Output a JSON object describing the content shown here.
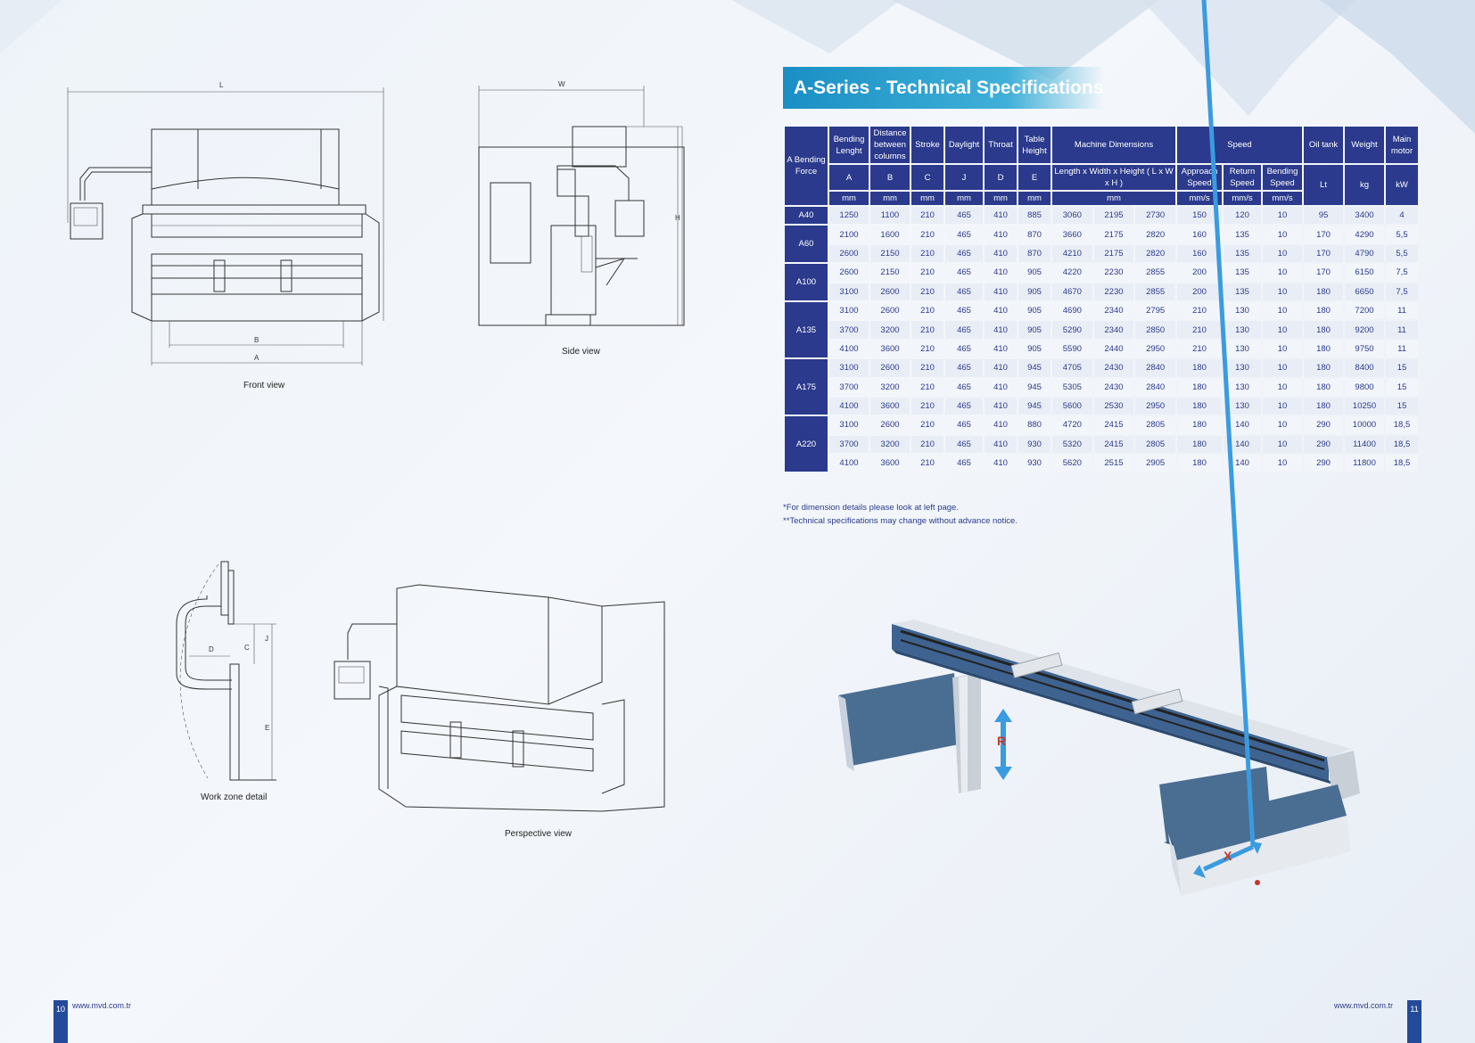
{
  "left_page": {
    "front_view": {
      "caption": "Front view",
      "dims": {
        "L": "L",
        "B": "B",
        "A": "A"
      }
    },
    "side_view": {
      "caption": "Side view",
      "dims": {
        "W": "W",
        "H": "H"
      }
    },
    "work_zone": {
      "caption": "Work zone detail",
      "dims": {
        "D": "D",
        "C": "C",
        "J": "J",
        "E": "E"
      }
    },
    "perspective": {
      "caption": "Perspective view"
    },
    "footer_url": "www.mvd.com.tr",
    "page_number": "10"
  },
  "right_page": {
    "title": "A-Series - Technical Specifications",
    "table": {
      "header1": {
        "force": "A Bending Force",
        "bending_length": "Bending Lenght",
        "distance": "Distance between columns",
        "stroke": "Stroke",
        "daylight": "Daylight",
        "throat": "Throat",
        "table_height": "Table Height",
        "machine_dims": "Machine Dimensions",
        "speed": "Speed",
        "oil_tank": "Oil tank",
        "weight": "Weight",
        "main_motor": "Main motor"
      },
      "header2": {
        "a": "A",
        "b": "B",
        "c": "C",
        "j": "J",
        "d": "D",
        "e": "E",
        "lwh": "Length x Width x Height ( L x W x H )",
        "approach": "Approach Speed",
        "return": "Return Speed",
        "bending": "Bending Speed",
        "lt": "Lt",
        "kg": "kg",
        "kw": "kW"
      },
      "units": {
        "a": "mm",
        "b": "mm",
        "c": "mm",
        "j": "mm",
        "d": "mm",
        "e": "mm",
        "lwh": "mm",
        "approach": "mm/s",
        "return": "mm/s",
        "bending": "mm/s"
      },
      "groups": [
        {
          "name": "A40",
          "rows": [
            [
              "1250",
              "1100",
              "210",
              "465",
              "410",
              "885",
              "3060",
              "2195",
              "2730",
              "150",
              "120",
              "10",
              "95",
              "3400",
              "4"
            ]
          ]
        },
        {
          "name": "A60",
          "rows": [
            [
              "2100",
              "1600",
              "210",
              "465",
              "410",
              "870",
              "3660",
              "2175",
              "2820",
              "160",
              "135",
              "10",
              "170",
              "4290",
              "5,5"
            ],
            [
              "2600",
              "2150",
              "210",
              "465",
              "410",
              "870",
              "4210",
              "2175",
              "2820",
              "160",
              "135",
              "10",
              "170",
              "4790",
              "5,5"
            ]
          ]
        },
        {
          "name": "A100",
          "rows": [
            [
              "2600",
              "2150",
              "210",
              "465",
              "410",
              "905",
              "4220",
              "2230",
              "2855",
              "200",
              "135",
              "10",
              "170",
              "6150",
              "7,5"
            ],
            [
              "3100",
              "2600",
              "210",
              "465",
              "410",
              "905",
              "4670",
              "2230",
              "2855",
              "200",
              "135",
              "10",
              "180",
              "6650",
              "7,5"
            ]
          ]
        },
        {
          "name": "A135",
          "rows": [
            [
              "3100",
              "2600",
              "210",
              "465",
              "410",
              "905",
              "4690",
              "2340",
              "2795",
              "210",
              "130",
              "10",
              "180",
              "7200",
              "11"
            ],
            [
              "3700",
              "3200",
              "210",
              "465",
              "410",
              "905",
              "5290",
              "2340",
              "2850",
              "210",
              "130",
              "10",
              "180",
              "9200",
              "11"
            ],
            [
              "4100",
              "3600",
              "210",
              "465",
              "410",
              "905",
              "5590",
              "2440",
              "2950",
              "210",
              "130",
              "10",
              "180",
              "9750",
              "11"
            ]
          ]
        },
        {
          "name": "A175",
          "rows": [
            [
              "3100",
              "2600",
              "210",
              "465",
              "410",
              "945",
              "4705",
              "2430",
              "2840",
              "180",
              "130",
              "10",
              "180",
              "8400",
              "15"
            ],
            [
              "3700",
              "3200",
              "210",
              "465",
              "410",
              "945",
              "5305",
              "2430",
              "2840",
              "180",
              "130",
              "10",
              "180",
              "9800",
              "15"
            ],
            [
              "4100",
              "3600",
              "210",
              "465",
              "410",
              "945",
              "5600",
              "2530",
              "2950",
              "180",
              "130",
              "10",
              "180",
              "10250",
              "15"
            ]
          ]
        },
        {
          "name": "A220",
          "rows": [
            [
              "3100",
              "2600",
              "210",
              "465",
              "410",
              "880",
              "4720",
              "2415",
              "2805",
              "180",
              "140",
              "10",
              "290",
              "10000",
              "18,5"
            ],
            [
              "3700",
              "3200",
              "210",
              "465",
              "410",
              "930",
              "5320",
              "2415",
              "2805",
              "180",
              "140",
              "10",
              "290",
              "11400",
              "18,5"
            ],
            [
              "4100",
              "3600",
              "210",
              "465",
              "410",
              "930",
              "5620",
              "2515",
              "2905",
              "180",
              "140",
              "10",
              "290",
              "11800",
              "18,5"
            ]
          ]
        }
      ]
    },
    "note1": "*For dimension details please look at left page.",
    "note2": "**Technical specifications may change without advance notice.",
    "axis_labels": {
      "r": "R",
      "x": "X"
    },
    "footer_url": "www.mvd.com.tr",
    "page_number": "11"
  },
  "colors": {
    "navy": "#2b3a8c",
    "accent": "#1a8fc4"
  }
}
